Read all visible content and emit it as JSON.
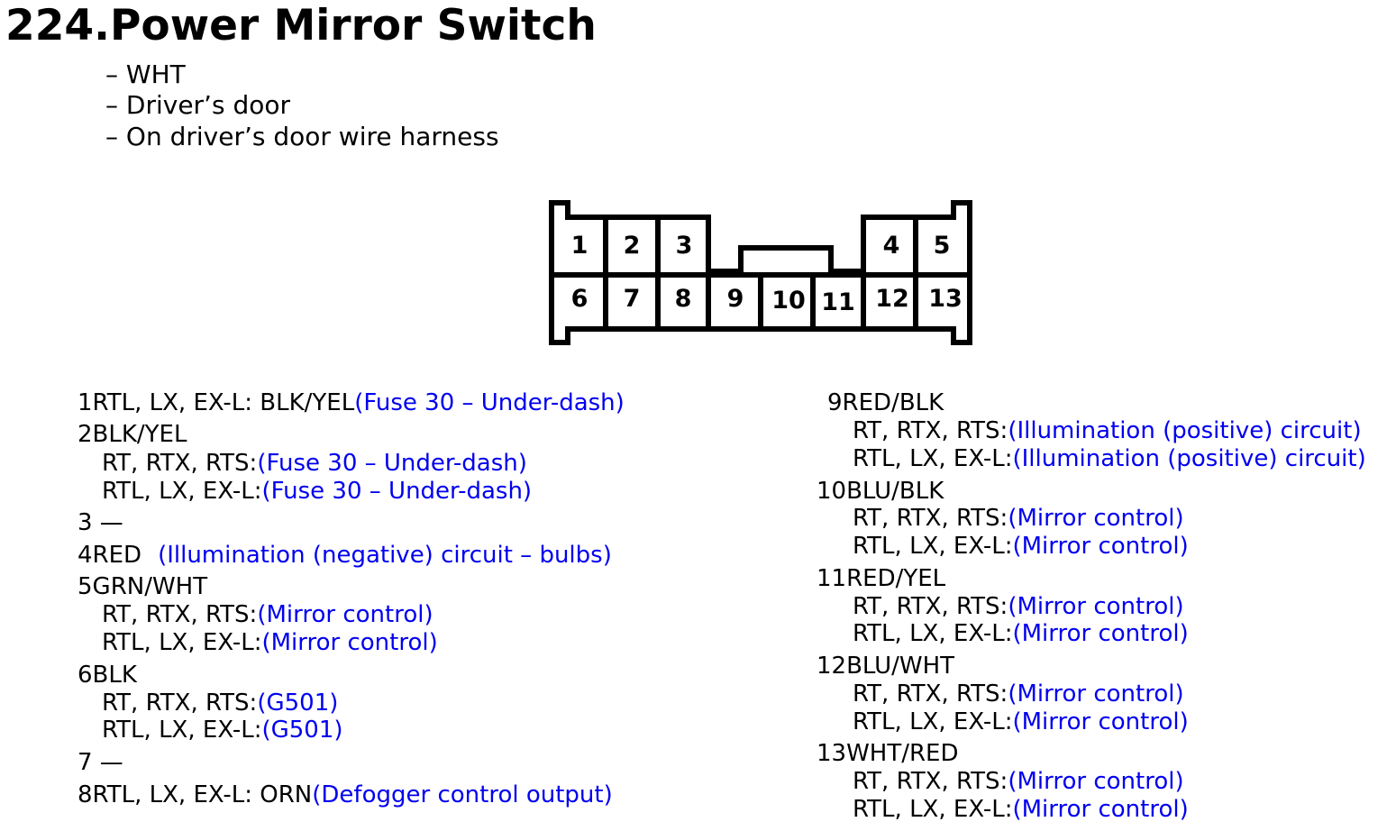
{
  "title": "224.Power Mirror Switch",
  "connector_info": [
    "– WHT",
    "– Driver’s door",
    "– On driver’s door wire harness"
  ],
  "connector": {
    "pins_top": [
      "1",
      "2",
      "3",
      "4",
      "5"
    ],
    "pins_bottom": [
      "6",
      "7",
      "8",
      "9",
      "10",
      "11",
      "12",
      "13"
    ]
  },
  "left_column": [
    {
      "prefix": "1RTL, LX, EX-L: BLK/YEL",
      "note": "(Fuse 30 – Under-dash)"
    },
    {
      "prefix": "2BLK/YEL",
      "note": ""
    },
    {
      "prefix": "RT, RTX, RTS:",
      "note": "(Fuse 30 – Under-dash)"
    },
    {
      "prefix": "RTL, LX, EX-L:",
      "note": "(Fuse 30 – Under-dash)"
    },
    {
      "prefix": "3 —",
      "note": ""
    },
    {
      "prefix": "4RED",
      "note": "(Illumination (negative) circuit – bulbs)"
    },
    {
      "prefix": "5GRN/WHT",
      "note": ""
    },
    {
      "prefix": "RT, RTX, RTS:",
      "note": "(Mirror control)"
    },
    {
      "prefix": "RTL, LX, EX-L:",
      "note": "(Mirror control)"
    },
    {
      "prefix": "6BLK",
      "note": ""
    },
    {
      "prefix": "RT, RTX, RTS:",
      "note": "(G501)"
    },
    {
      "prefix": "RTL, LX, EX-L:",
      "note": "(G501)"
    },
    {
      "prefix": "7 —",
      "note": ""
    },
    {
      "prefix": "8RTL, LX, EX-L: ORN",
      "note": "(Defogger control output)"
    }
  ],
  "right_column": [
    {
      "prefix": "9RED/BLK",
      "note": ""
    },
    {
      "prefix": "RT, RTX, RTS:",
      "note": "(Illumination (positive) circuit)"
    },
    {
      "prefix": "RTL, LX, EX-L:",
      "note": "(Illumination (positive) circuit)"
    },
    {
      "prefix": "10BLU/BLK",
      "note": ""
    },
    {
      "prefix": "RT, RTX, RTS:",
      "note": "(Mirror control)"
    },
    {
      "prefix": "RTL, LX, EX-L:",
      "note": "(Mirror control)"
    },
    {
      "prefix": "11RED/YEL",
      "note": ""
    },
    {
      "prefix": "RT, RTX, RTS:",
      "note": "(Mirror control)"
    },
    {
      "prefix": "RTL, LX, EX-L:",
      "note": "(Mirror control)"
    },
    {
      "prefix": "12BLU/WHT",
      "note": ""
    },
    {
      "prefix": "RT, RTX, RTS:",
      "note": "(Mirror control)"
    },
    {
      "prefix": "RTL, LX, EX-L:",
      "note": "(Mirror control)"
    },
    {
      "prefix": "13WHT/RED",
      "note": ""
    },
    {
      "prefix": "RT, RTX, RTS:",
      "note": "(Mirror control)"
    },
    {
      "prefix": "RTL, LX, EX-L:",
      "note": "(Mirror control)"
    }
  ],
  "colors": {
    "note_text": "#0000ee",
    "text": "#000000"
  }
}
